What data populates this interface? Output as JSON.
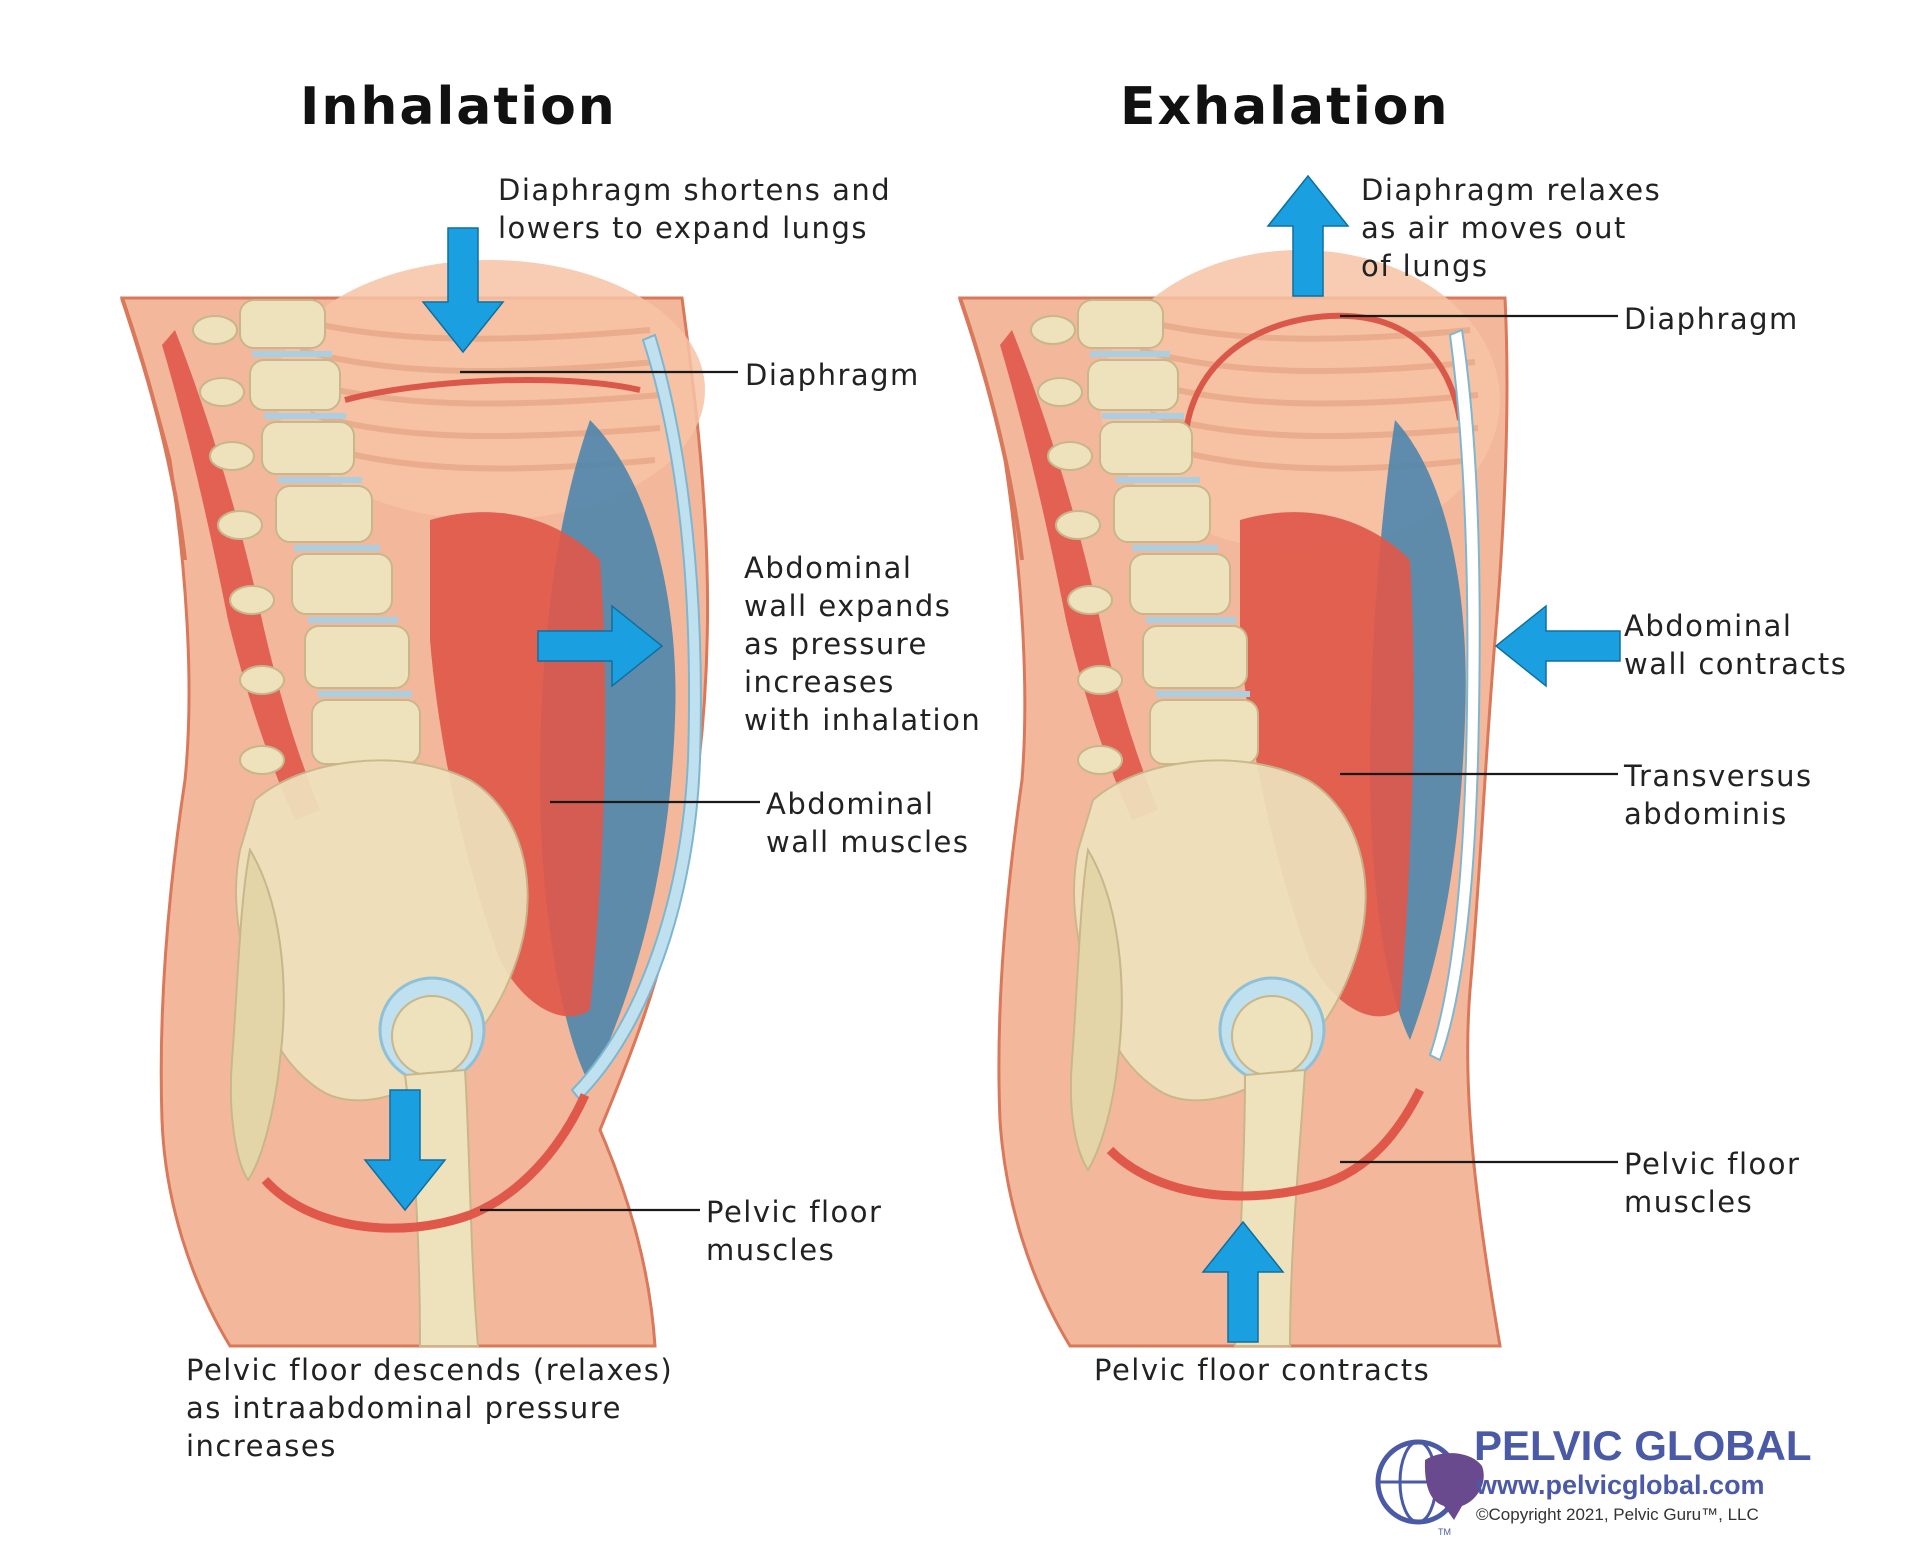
{
  "colors": {
    "skin": "#f3b89c",
    "skin_outline": "#d9785a",
    "bone": "#eee2bd",
    "bone_shade": "#d7c79a",
    "muscle": "#e0584a",
    "muscle_light": "#f09a86",
    "transversus": "#4f86ad",
    "disc": "#a9cfe0",
    "arrow": "#1aa0e0",
    "logo_blue": "#4a5aa6",
    "logo_purple": "#6a4a8e"
  },
  "panels": [
    {
      "title": "Inhalation",
      "labels": {
        "diaphragm_note": [
          "Diaphragm shortens and",
          "lowers to expand lungs"
        ],
        "diaphragm": [
          "Diaphragm"
        ],
        "abdominal_wall": [
          "Abdominal",
          "wall expands",
          "as pressure",
          "increases",
          "with inhalation"
        ],
        "abdominal_muscles": [
          "Abdominal",
          "wall muscles"
        ],
        "pelvic_floor": [
          "Pelvic floor",
          "muscles"
        ],
        "pelvic_note": [
          "Pelvic floor descends (relaxes)",
          "as intraabdominal pressure",
          "increases"
        ]
      }
    },
    {
      "title": "Exhalation",
      "labels": {
        "diaphragm_note": [
          "Diaphragm relaxes",
          "as air moves out",
          "of lungs"
        ],
        "diaphragm": [
          "Diaphragm"
        ],
        "abdominal_wall": [
          "Abdominal",
          "wall contracts"
        ],
        "transversus": [
          "Transversus",
          "abdominis"
        ],
        "pelvic_floor": [
          "Pelvic floor",
          "muscles"
        ],
        "pelvic_note": [
          "Pelvic floor contracts"
        ]
      }
    }
  ],
  "logo": {
    "name": "PELVIC GLOBAL",
    "url": "www.pelvicglobal.com",
    "copyright": "©Copyright 2021, Pelvic Guru™, LLC",
    "tm": "TM",
    "icon": "globe-pelvis-icon"
  }
}
